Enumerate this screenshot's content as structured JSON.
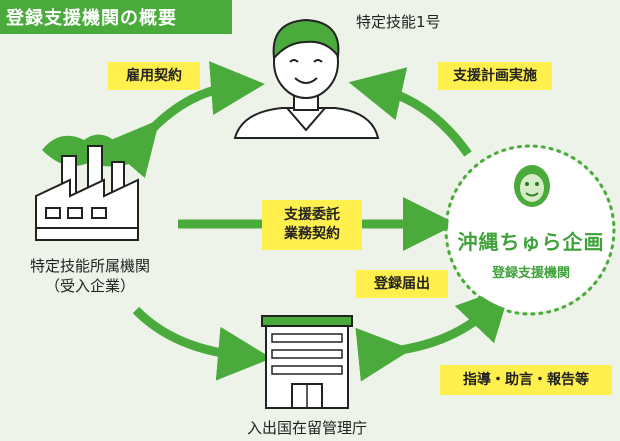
{
  "title": "登録支援機関の概要",
  "nodes": {
    "worker": "特定技能1号",
    "company_line1": "特定技能所属機関",
    "company_line2": "（受入企業）",
    "immigration": "入出国在留管理庁",
    "org_name": "沖縄ちゅら企画",
    "org_sub": "登録支援機関"
  },
  "tags": {
    "employment": "雇用契約",
    "support_plan": "支援計画実施",
    "outsourcing_line1": "支援委託",
    "outsourcing_line2": "業務契約",
    "registration": "登録届出",
    "guidance": "指導・助言・報告等"
  },
  "colors": {
    "title_bg": "#4aaa3c",
    "arrow": "#4aaa3c",
    "tag_bg": "#fff04d",
    "background": "#eef3ea",
    "org_text": "#3fa239"
  },
  "icons": {
    "worker": "person-icon",
    "company": "factory-icon",
    "immigration": "government-building-icon",
    "org_logo": "smile-face-logo"
  }
}
